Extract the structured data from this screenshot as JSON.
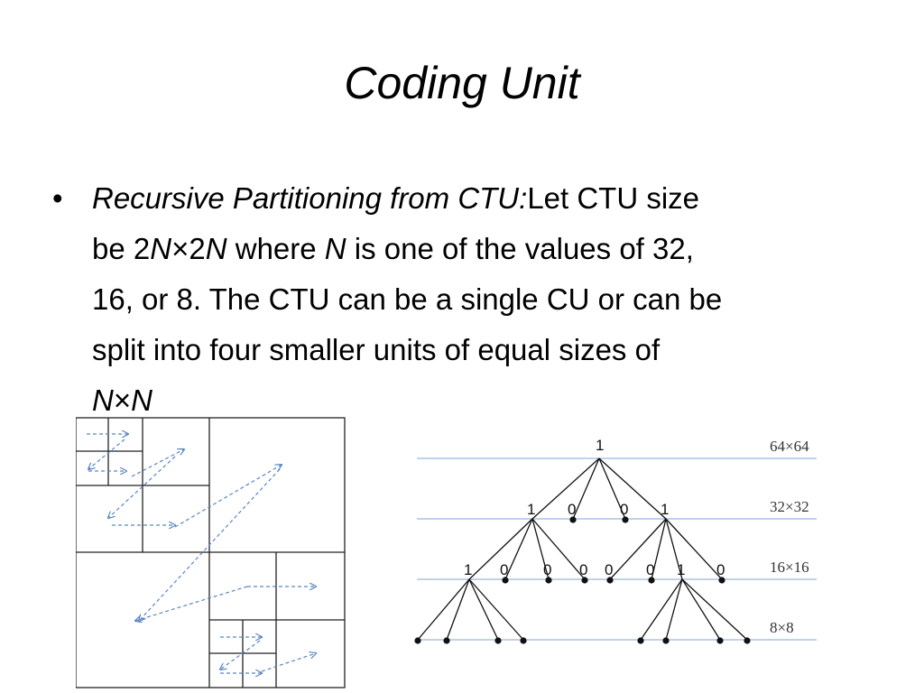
{
  "title": "Coding Unit",
  "bullet": {
    "symbol": "•",
    "lead": "Recursive Partitioning from CTU:",
    "line1_rest": "Let CTU size",
    "line2_be": "be 2",
    "N": "N",
    "times": "×",
    "two": "2",
    "line2_where": " where ",
    "line2_rest": " is one of the values of 32,",
    "line3": "16, or 8. The CTU can be a single CU or can be",
    "line4": "split into four smaller units of equal sizes of"
  },
  "tree": {
    "level_labels": [
      "64×64",
      "32×32",
      "16×16",
      "8×8"
    ],
    "root": "1",
    "level1": [
      "1",
      "0",
      "0",
      "1"
    ],
    "level2": [
      "1",
      "0",
      "0",
      "0",
      "0",
      "0",
      "1",
      "0"
    ]
  },
  "colors": {
    "guide_line": "#9bb8dc",
    "scan_arrow": "#5a86c4"
  }
}
